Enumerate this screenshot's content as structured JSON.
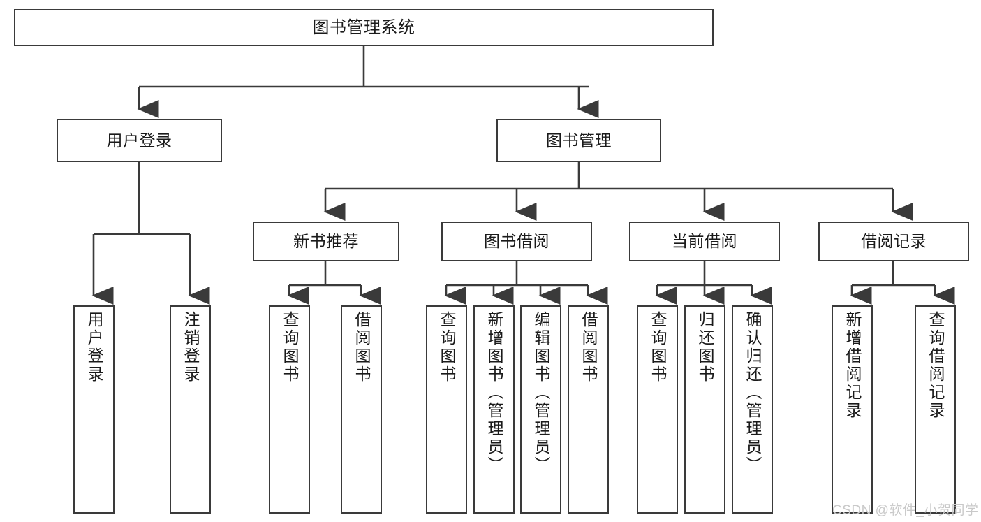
{
  "diagram": {
    "title": "图书管理系统",
    "type": "tree",
    "root": {
      "label": "图书管理系统",
      "name": "node-root-library-management-system"
    },
    "level2": [
      {
        "label": "用户登录",
        "name": "node-user-login"
      },
      {
        "label": "图书管理",
        "name": "node-book-management"
      }
    ],
    "level3": [
      {
        "label": "新书推荐",
        "name": "node-new-book-recommendation"
      },
      {
        "label": "图书借阅",
        "name": "node-book-borrowing"
      },
      {
        "label": "当前借阅",
        "name": "node-current-borrowing"
      },
      {
        "label": "借阅记录",
        "name": "node-borrowing-records"
      }
    ],
    "leaves": {
      "user_login": [
        {
          "label": "用户登录",
          "name": "leaf-user-login"
        },
        {
          "label": "注销登录",
          "name": "leaf-logout"
        }
      ],
      "new_book_recommendation": [
        {
          "label": "查询图书",
          "name": "leaf-query-books-recommend"
        },
        {
          "label": "借阅图书",
          "name": "leaf-borrow-books-recommend"
        }
      ],
      "book_borrowing": [
        {
          "label": "查询图书",
          "name": "leaf-query-books-borrowing"
        },
        {
          "label": "新增图书（管理员）",
          "name": "leaf-add-book-admin"
        },
        {
          "label": "编辑图书（管理员）",
          "name": "leaf-edit-book-admin"
        },
        {
          "label": "借阅图书",
          "name": "leaf-borrow-books-borrowing"
        }
      ],
      "current_borrowing": [
        {
          "label": "查询图书",
          "name": "leaf-query-books-current"
        },
        {
          "label": "归还图书",
          "name": "leaf-return-books"
        },
        {
          "label": "确认归还（管理员）",
          "name": "leaf-confirm-return-admin"
        }
      ],
      "borrowing_records": [
        {
          "label": "新增借阅记录",
          "name": "leaf-add-borrow-record"
        },
        {
          "label": "查询借阅记录",
          "name": "leaf-query-borrow-record"
        }
      ]
    }
  },
  "watermark": {
    "text": "CSDN @软件_小贺同学"
  },
  "colors": {
    "background": "#ffffff",
    "box_border": "#3a3a3a",
    "box_fill": "#ffffff",
    "text": "#1a1a1a",
    "edge": "#3a3a3a",
    "watermark": "#c9c9c9"
  }
}
